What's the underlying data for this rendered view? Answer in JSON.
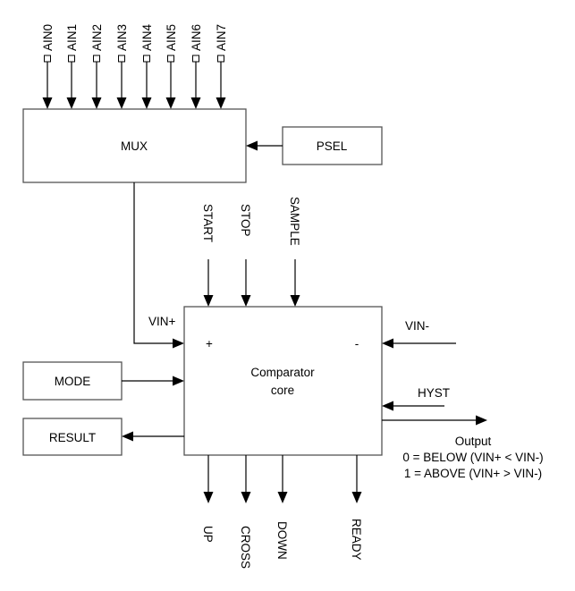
{
  "diagram": {
    "title": "Comparator block diagram",
    "inputs_top": [
      "AIN0",
      "AIN1",
      "AIN2",
      "AIN3",
      "AIN4",
      "AIN5",
      "AIN6",
      "AIN7"
    ],
    "blocks": {
      "mux": "MUX",
      "psel": "PSEL",
      "comparator_line1": "Comparator",
      "comparator_line2": "core",
      "mode": "MODE",
      "result": "RESULT"
    },
    "tasks": [
      "START",
      "STOP",
      "SAMPLE"
    ],
    "signals": {
      "vin_plus": "VIN+",
      "vin_minus": "VIN-",
      "hyst": "HYST",
      "plus_sign": "+",
      "minus_sign": "-"
    },
    "output": {
      "title": "Output",
      "line0": "0 = BELOW (VIN+ < VIN-)",
      "line1": "1 = ABOVE (VIN+ > VIN-)"
    },
    "events": [
      "UP",
      "CROSS",
      "DOWN",
      "READY"
    ]
  }
}
